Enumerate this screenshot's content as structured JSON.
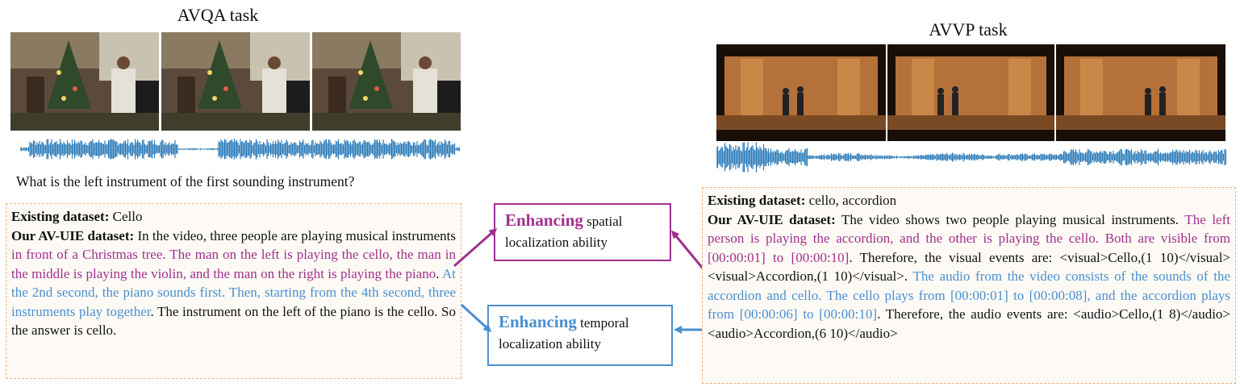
{
  "avqa": {
    "title": "AVQA task",
    "question": "What is the left instrument of the first sounding instrument?",
    "existing_label": "Existing dataset:",
    "existing_value": "Cello",
    "ours_label": "Our AV-UIE dataset:",
    "ours_text_1": "In the video, three people are playing musical instruments",
    "ours_purple": "in front of a Christmas tree. The man on the left is playing the cello, the man in the middle is playing the violin, and the man on the right is playing the piano",
    "ours_text_2": ".",
    "ours_blue": "At the 2nd second, the piano sounds first. Then, starting from the 4th second, three instruments play together",
    "ours_text_3": ". The instrument on the left of the piano is the cello. So the answer is  cello."
  },
  "avvp": {
    "title": "AVVP task",
    "existing_label": "Existing dataset:",
    "existing_value": "cello, accordion",
    "ours_label": "Our AV-UIE dataset:",
    "ours_text_1": "The video shows two people playing musical instruments.",
    "ours_purple": "The left person is playing the accordion, and the other is playing the cello. Both are visible from [00:00:01] to [00:00:10]",
    "ours_text_2": ".  Therefore, the visual events are: <visual>Cello,(1 10)</visual> <visual>Accordion,(1 10)</visual>.",
    "ours_blue": "The audio from the video consists of the sounds of the accordion and cello.  The cello plays from [00:00:01] to [00:00:08], and the accordion plays from [00:00:06] to [00:00:10]",
    "ours_text_3": ". Therefore, the audio events are: <audio>Cello,(1 8)</audio> <audio>Accordion,(6 10)</audio>"
  },
  "center": {
    "spatial_big": "Enhancing",
    "spatial_rest": "spatial",
    "spatial_line2": "localization ability",
    "temporal_big": "Enhancing",
    "temporal_rest": "temporal",
    "temporal_line2": "localization ability"
  },
  "colors": {
    "purple": "#a0308f",
    "blue": "#4a8fd0",
    "dashed_border": "#f0b37e",
    "waveform": "#2a7ab8"
  }
}
